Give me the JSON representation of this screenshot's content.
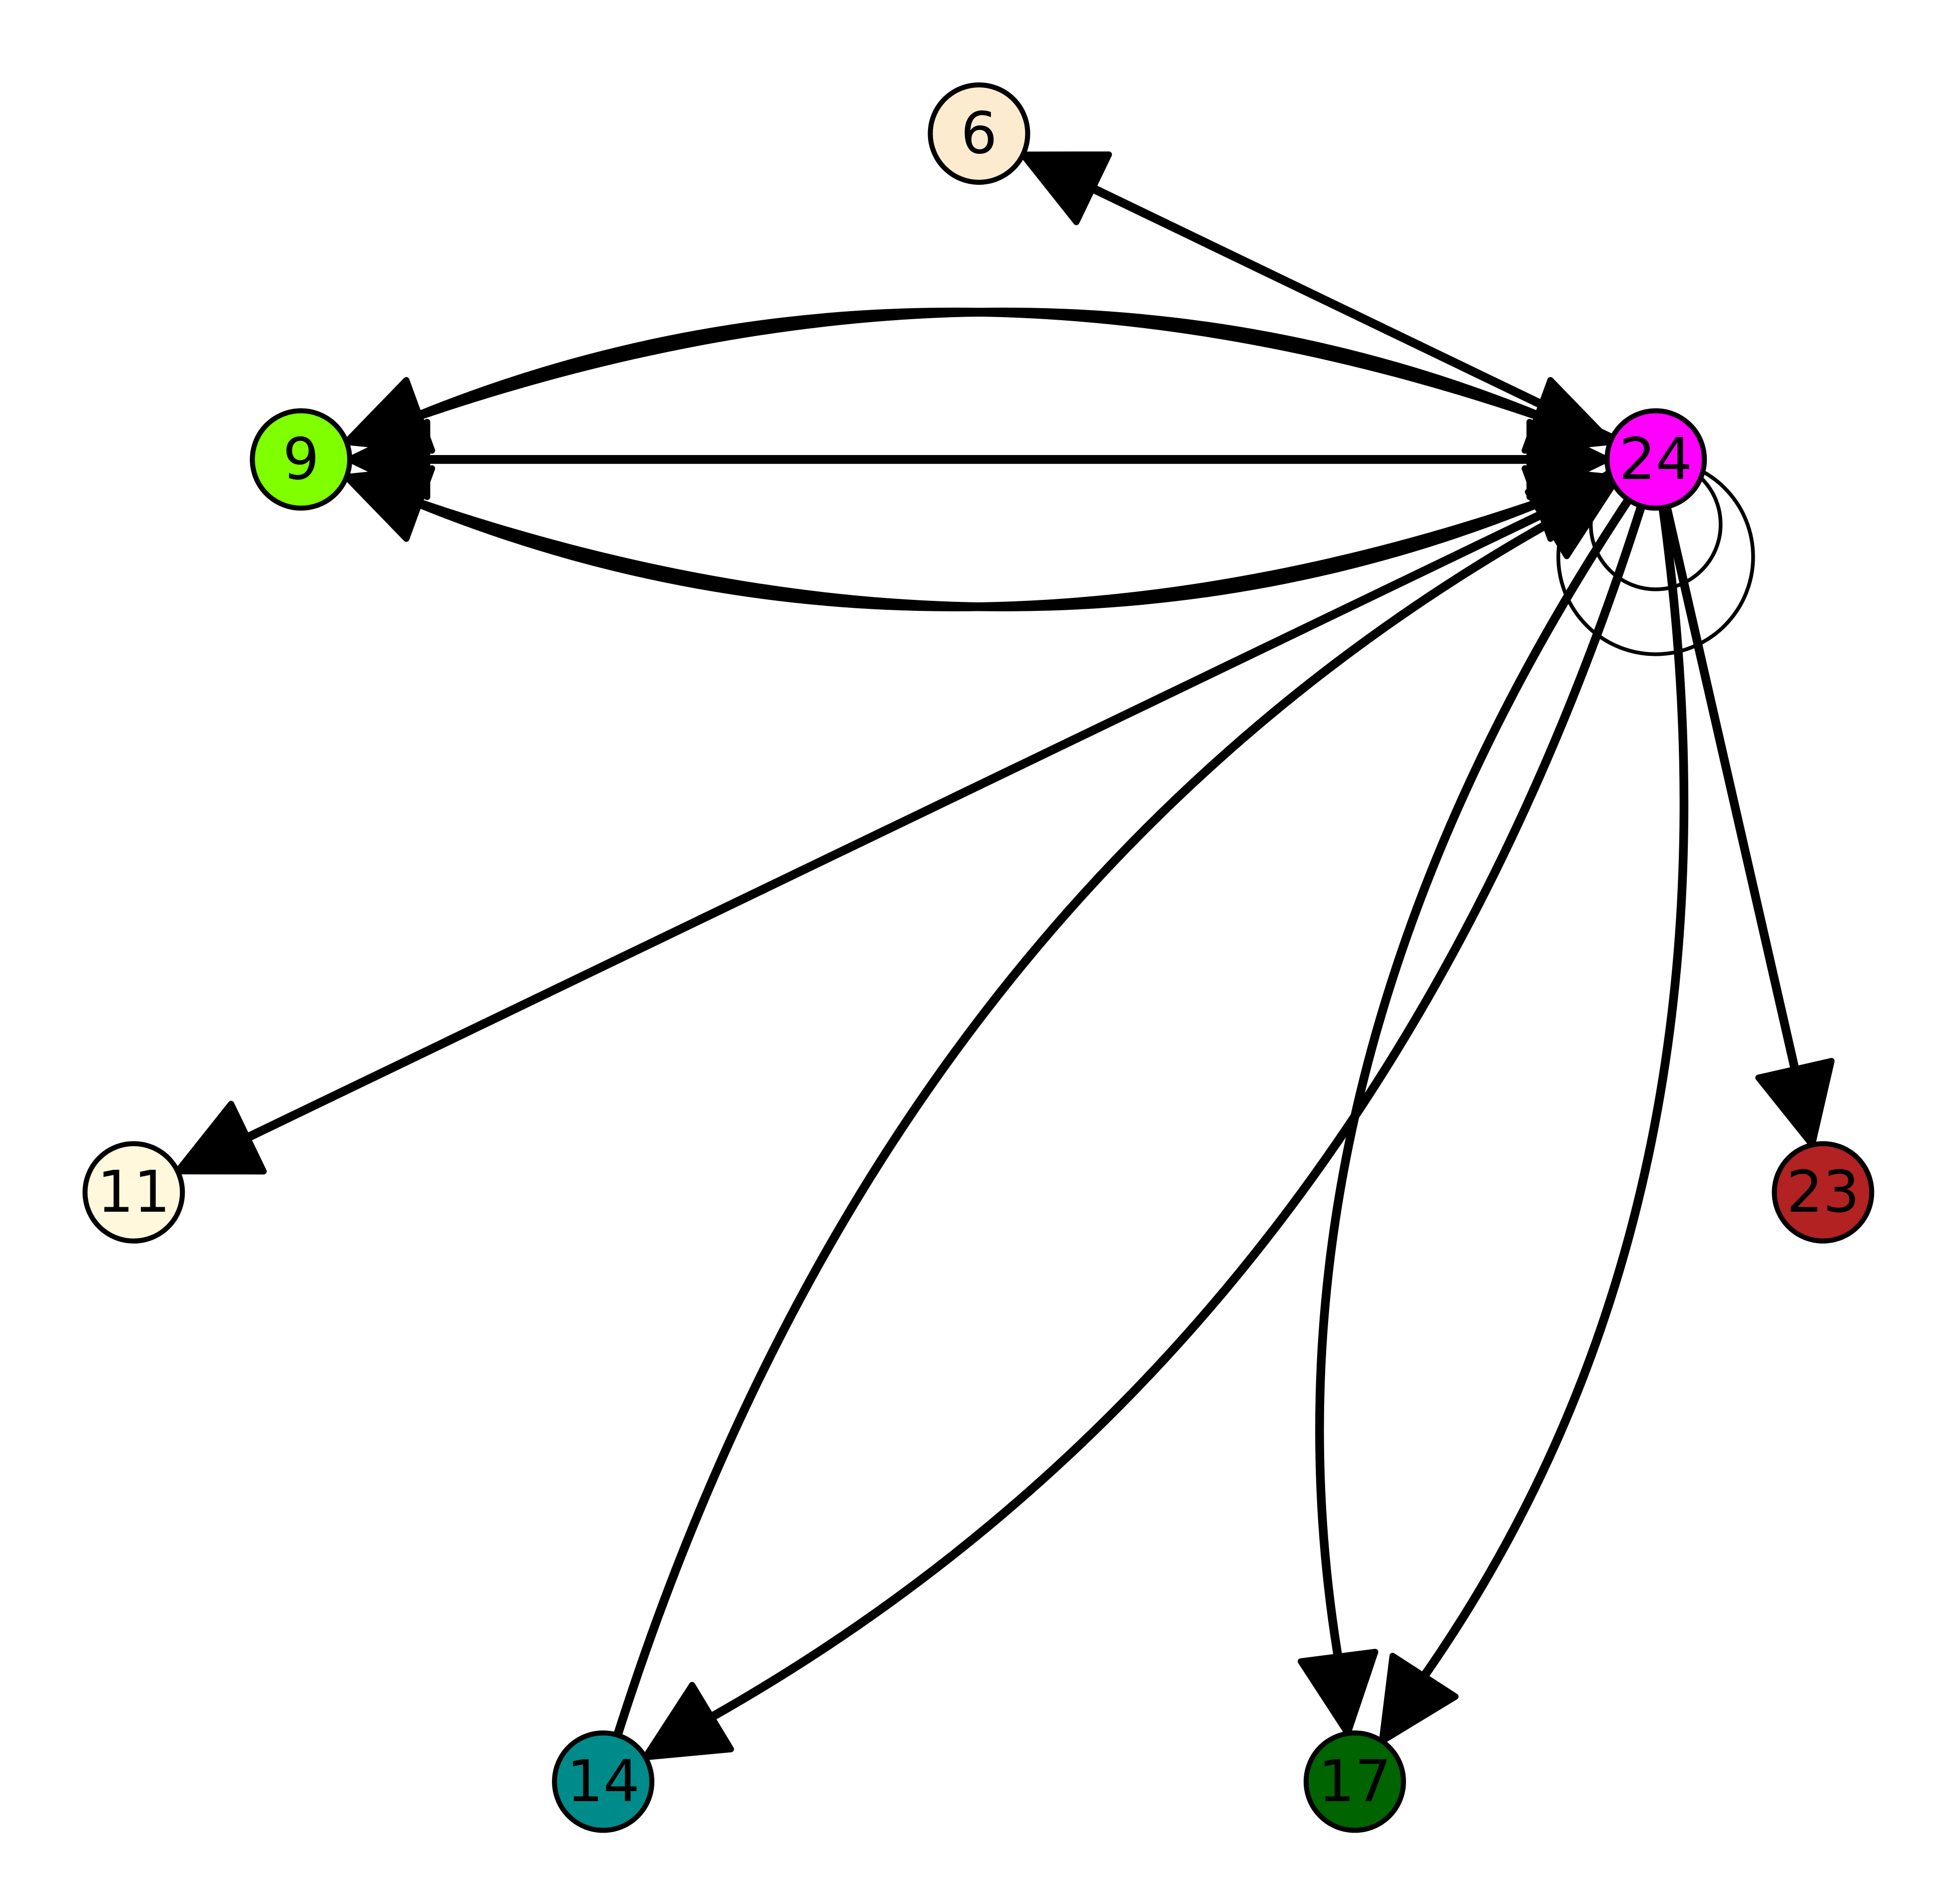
{
  "nodes": [
    {
      "id": "6",
      "label": "6",
      "color": "#FDEBD0"
    },
    {
      "id": "9",
      "label": "9",
      "color": "#7FFF00"
    },
    {
      "id": "24",
      "label": "24",
      "color": "#FF00FF"
    },
    {
      "id": "11",
      "label": "11",
      "color": "#FFF8DC"
    },
    {
      "id": "23",
      "label": "23",
      "color": "#B22222"
    },
    {
      "id": "14",
      "label": "14",
      "color": "#008B8B"
    },
    {
      "id": "17",
      "label": "17",
      "color": "#006400"
    }
  ],
  "edges": [
    {
      "source": "24",
      "target": "6",
      "curve": 0
    },
    {
      "source": "24",
      "target": "9",
      "curve": -0.1
    },
    {
      "source": "9",
      "target": "24",
      "curve": 0.1
    },
    {
      "source": "24",
      "target": "9",
      "curve": 0
    },
    {
      "source": "9",
      "target": "24",
      "curve": 0
    },
    {
      "source": "24",
      "target": "9",
      "curve": 0.1
    },
    {
      "source": "9",
      "target": "24",
      "curve": -0.1
    },
    {
      "source": "24",
      "target": "11",
      "curve": 0
    },
    {
      "source": "14",
      "target": "24",
      "curve": -0.1
    },
    {
      "source": "24",
      "target": "14",
      "curve": -0.1
    },
    {
      "source": "24",
      "target": "17",
      "curve": 0.1
    },
    {
      "source": "24",
      "target": "17",
      "curve": -0.1
    },
    {
      "source": "24",
      "target": "23",
      "curve": 0
    },
    {
      "source": "24",
      "target": "24",
      "curve": 0,
      "loop": 1
    },
    {
      "source": "24",
      "target": "24",
      "curve": 0,
      "loop": 2
    }
  ]
}
